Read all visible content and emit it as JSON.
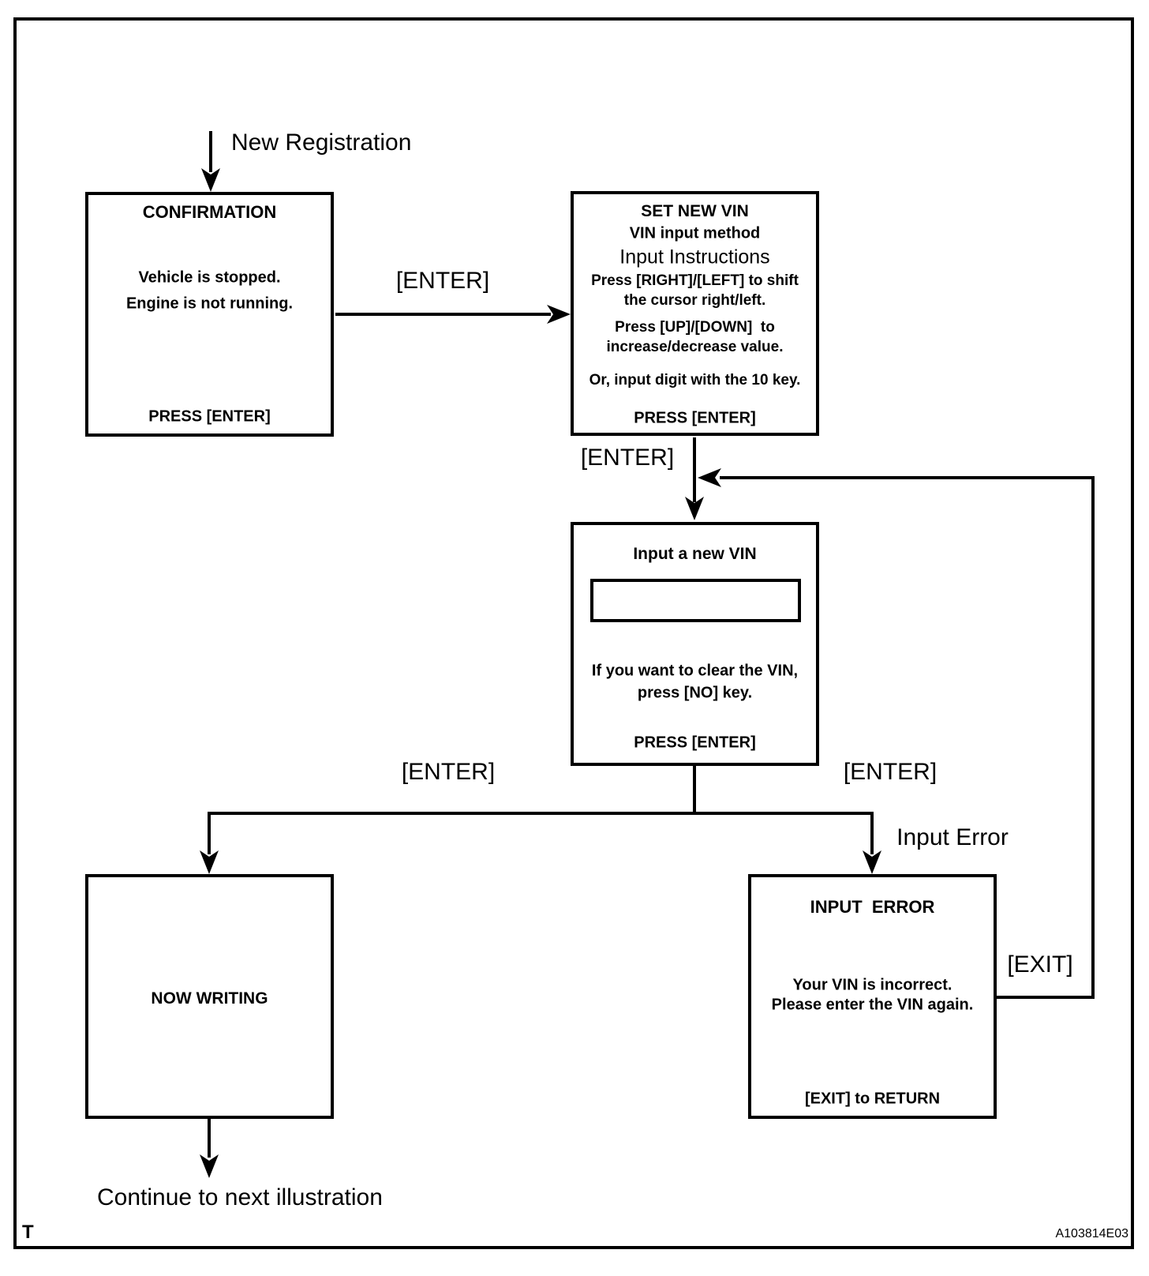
{
  "colors": {
    "ink": "#000000",
    "paper": "#ffffff"
  },
  "page": {
    "footer_left": "T",
    "figure_code": "A103814E03"
  },
  "flow_labels": {
    "new_registration": "New Registration",
    "enter_confirmation": "[ENTER]",
    "enter_set_vin": "[ENTER]",
    "enter_write": "[ENTER]",
    "enter_error": "[ENTER]",
    "input_error": "Input Error",
    "exit": "[EXIT]",
    "continue_next": "Continue to next illustration"
  },
  "boxes": {
    "confirmation": {
      "title": "CONFIRMATION",
      "body1": "Vehicle is stopped.",
      "body2": "Engine is not running.",
      "footer": "PRESS [ENTER]"
    },
    "set_new_vin": {
      "title": "SET NEW VIN",
      "subtitle": "VIN input method",
      "heading": "Input Instructions",
      "inst1a": "Press [RIGHT]/[LEFT] to shift",
      "inst1b": "the cursor right/left.",
      "inst2a": "Press [UP]/[DOWN]  to",
      "inst2b": "increase/decrease value.",
      "inst3": "Or, input digit with the 10 key.",
      "footer": "PRESS [ENTER]"
    },
    "input_vin": {
      "title": "Input a new VIN",
      "field_value": "",
      "note1": "If you want to clear the VIN,",
      "note2": "press [NO] key.",
      "footer": "PRESS [ENTER]"
    },
    "now_writing": {
      "title": "NOW WRITING"
    },
    "input_error": {
      "title": "INPUT  ERROR",
      "body1": "Your VIN is incorrect.",
      "body2": "Please enter the VIN again.",
      "footer": "[EXIT] to RETURN"
    }
  }
}
